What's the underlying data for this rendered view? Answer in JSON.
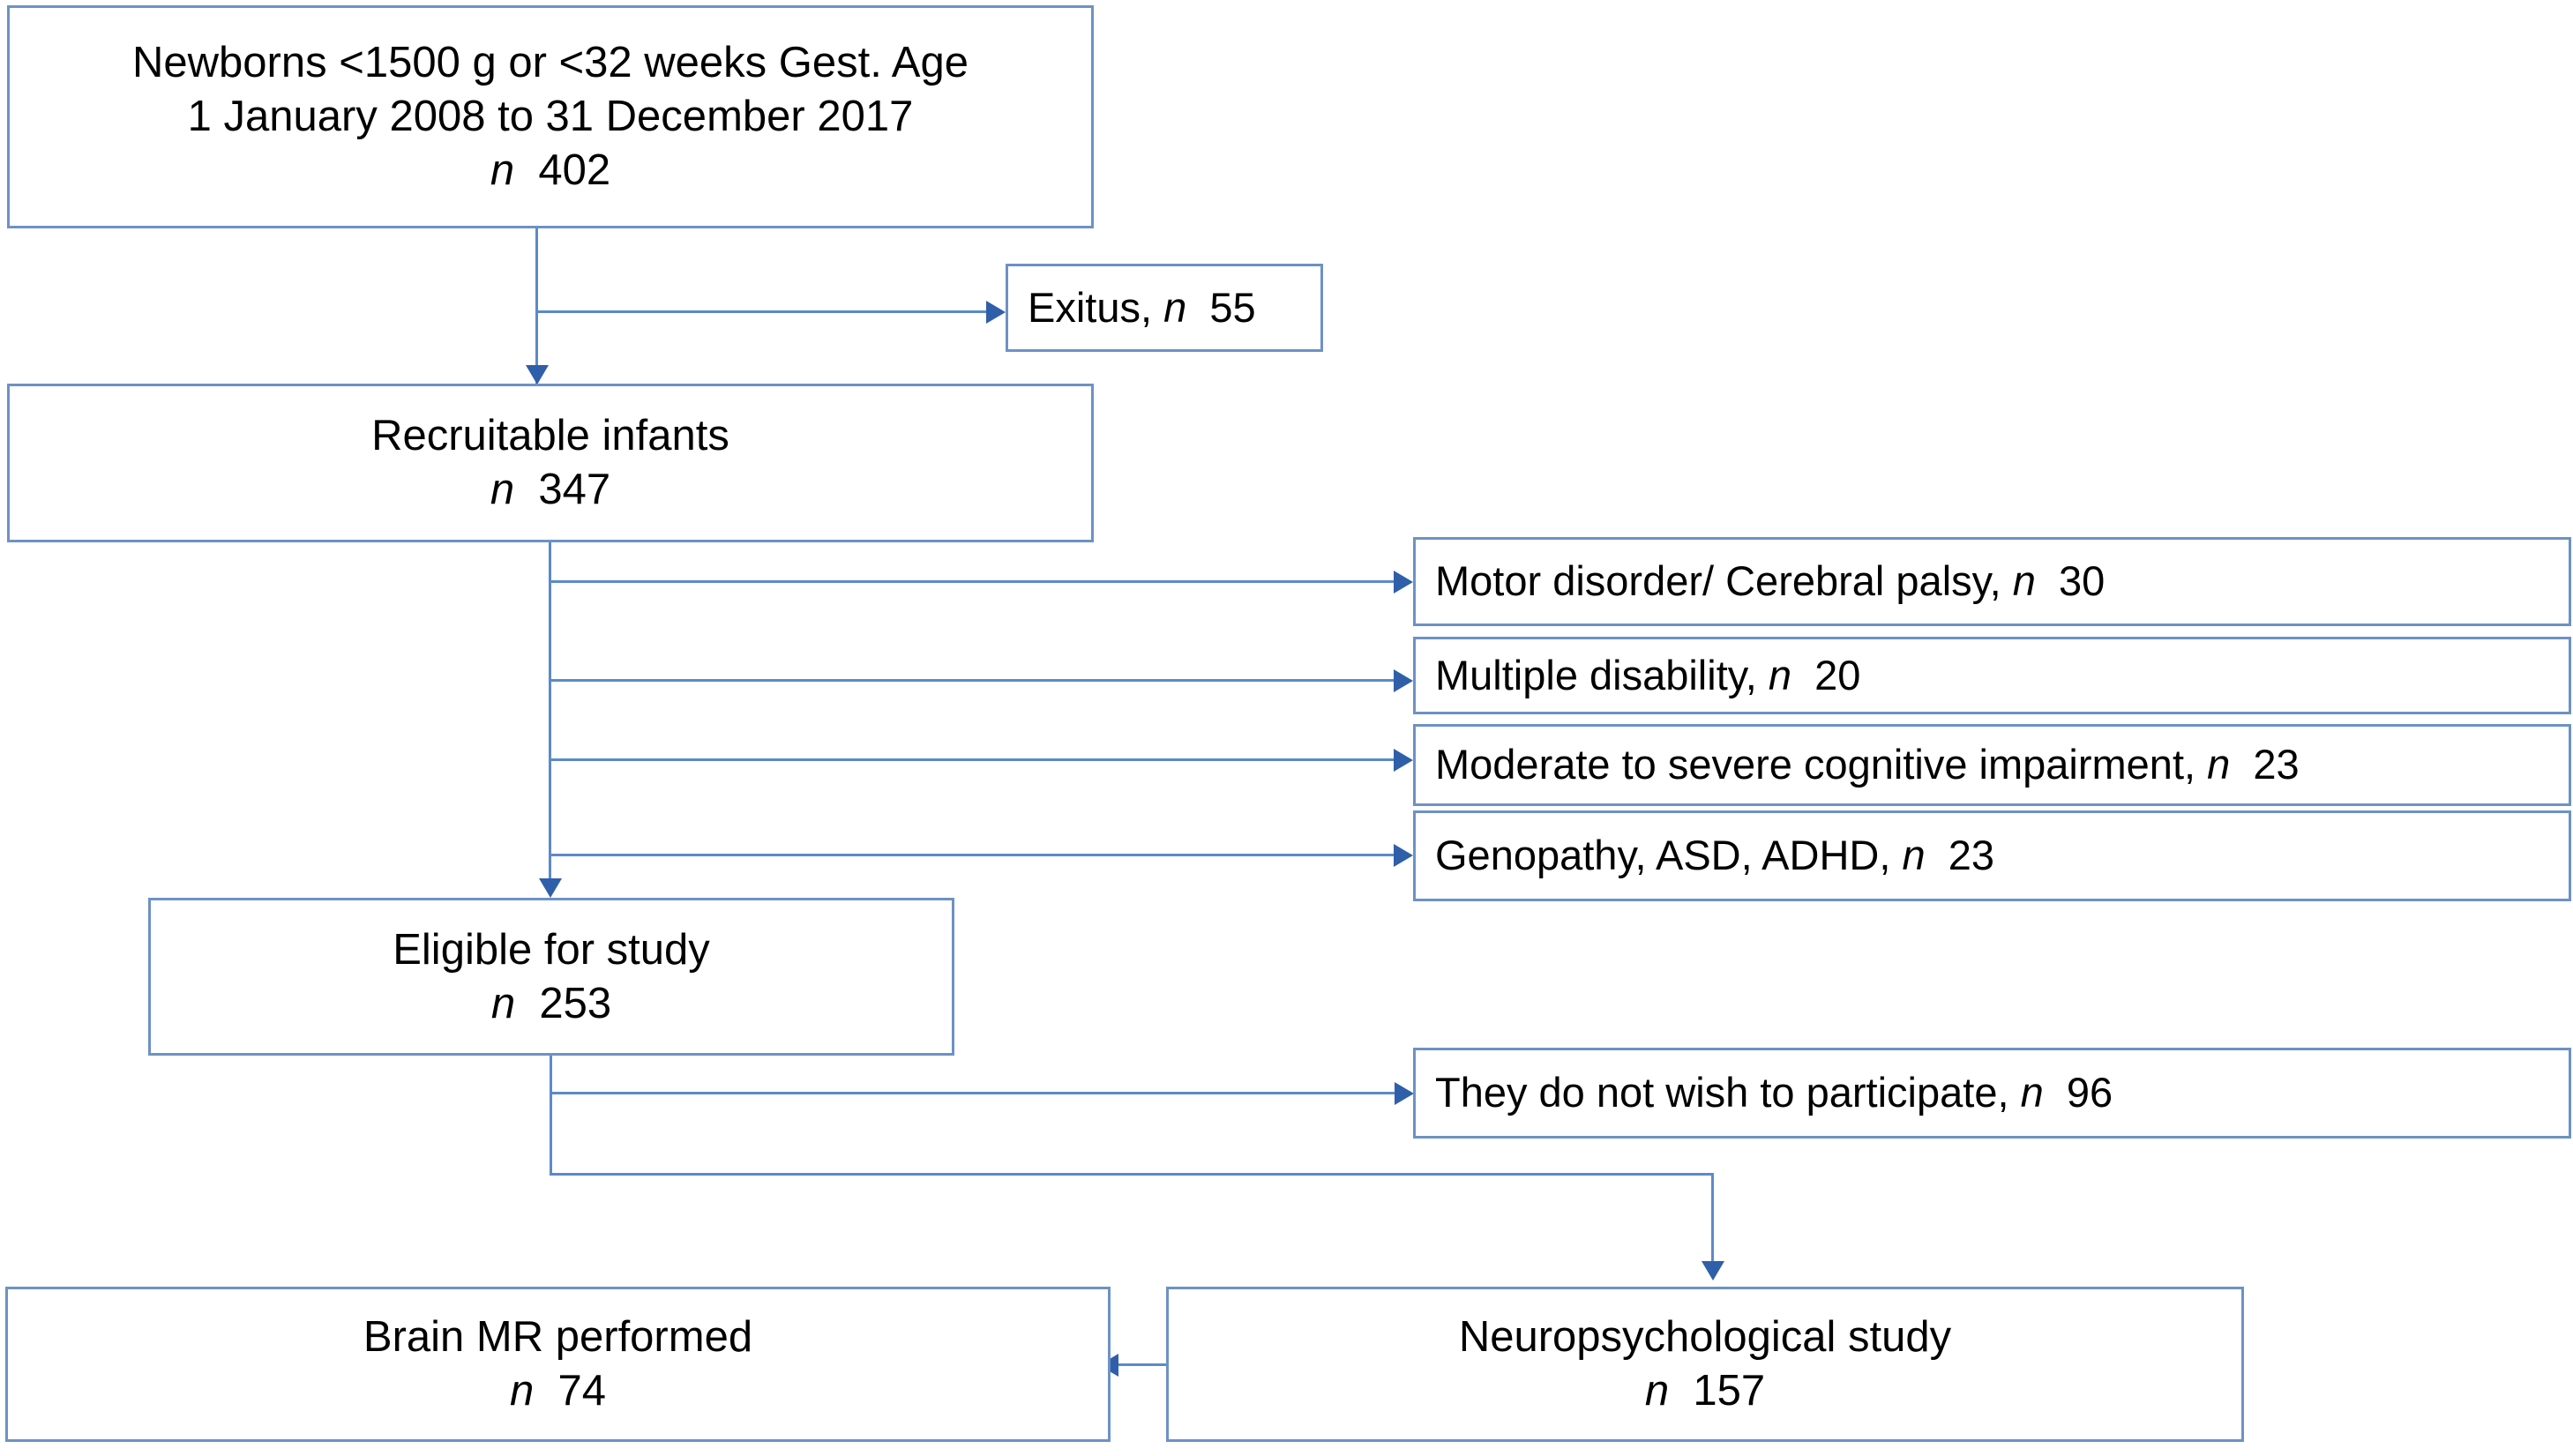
{
  "diagram": {
    "type": "flowchart",
    "title": "Study participant flow diagram",
    "colors": {
      "box_border": "#6d92c4",
      "connector": "#5b8ac9",
      "arrow_head": "#2f5fa8",
      "background": "#ffffff",
      "text": "#000000"
    },
    "nodes": {
      "newborns": {
        "name": "newborns-box",
        "line1": "Newborns <1500 g or <32 weeks Gest. Age",
        "line2": "1 January 2008 to 31 December 2017",
        "n_label": "n",
        "n_value": "402"
      },
      "exitus": {
        "name": "exitus-box",
        "text_before": "Exitus,",
        "n_label": "n",
        "n_value": "55"
      },
      "recruitable": {
        "name": "recruitable-infants-box",
        "line1": "Recruitable infants",
        "n_label": "n",
        "n_value": "347"
      },
      "eligible": {
        "name": "eligible-for-study-box",
        "line1": "Eligible for study",
        "n_label": "n",
        "n_value": "253"
      },
      "brain_mr": {
        "name": "brain-mr-box",
        "line1": "Brain MR performed",
        "n_label": "n",
        "n_value": "74"
      },
      "neuropsych": {
        "name": "neuropsychological-study-box",
        "line1": "Neuropsychological study",
        "n_label": "n",
        "n_value": "157"
      }
    },
    "exclusions": [
      {
        "name": "exclusion-motor-disorder",
        "text_before": "Motor disorder/ Cerebral palsy,",
        "n_label": "n",
        "n_value": "30"
      },
      {
        "name": "exclusion-multiple-disability",
        "text_before": "Multiple disability,",
        "n_label": "n",
        "n_value": "20"
      },
      {
        "name": "exclusion-cognitive-impairment",
        "text_before": "Moderate to severe cognitive impairment,",
        "n_label": "n",
        "n_value": "23"
      },
      {
        "name": "exclusion-genopathy-asd-adhd",
        "text_before": "Genopathy, ASD, ADHD,",
        "n_label": "n",
        "n_value": "23"
      }
    ],
    "dropouts": [
      {
        "name": "dropout-do-not-wish",
        "text_before": "They do not wish to participate,",
        "n_label": "n",
        "n_value": "96"
      }
    ]
  }
}
